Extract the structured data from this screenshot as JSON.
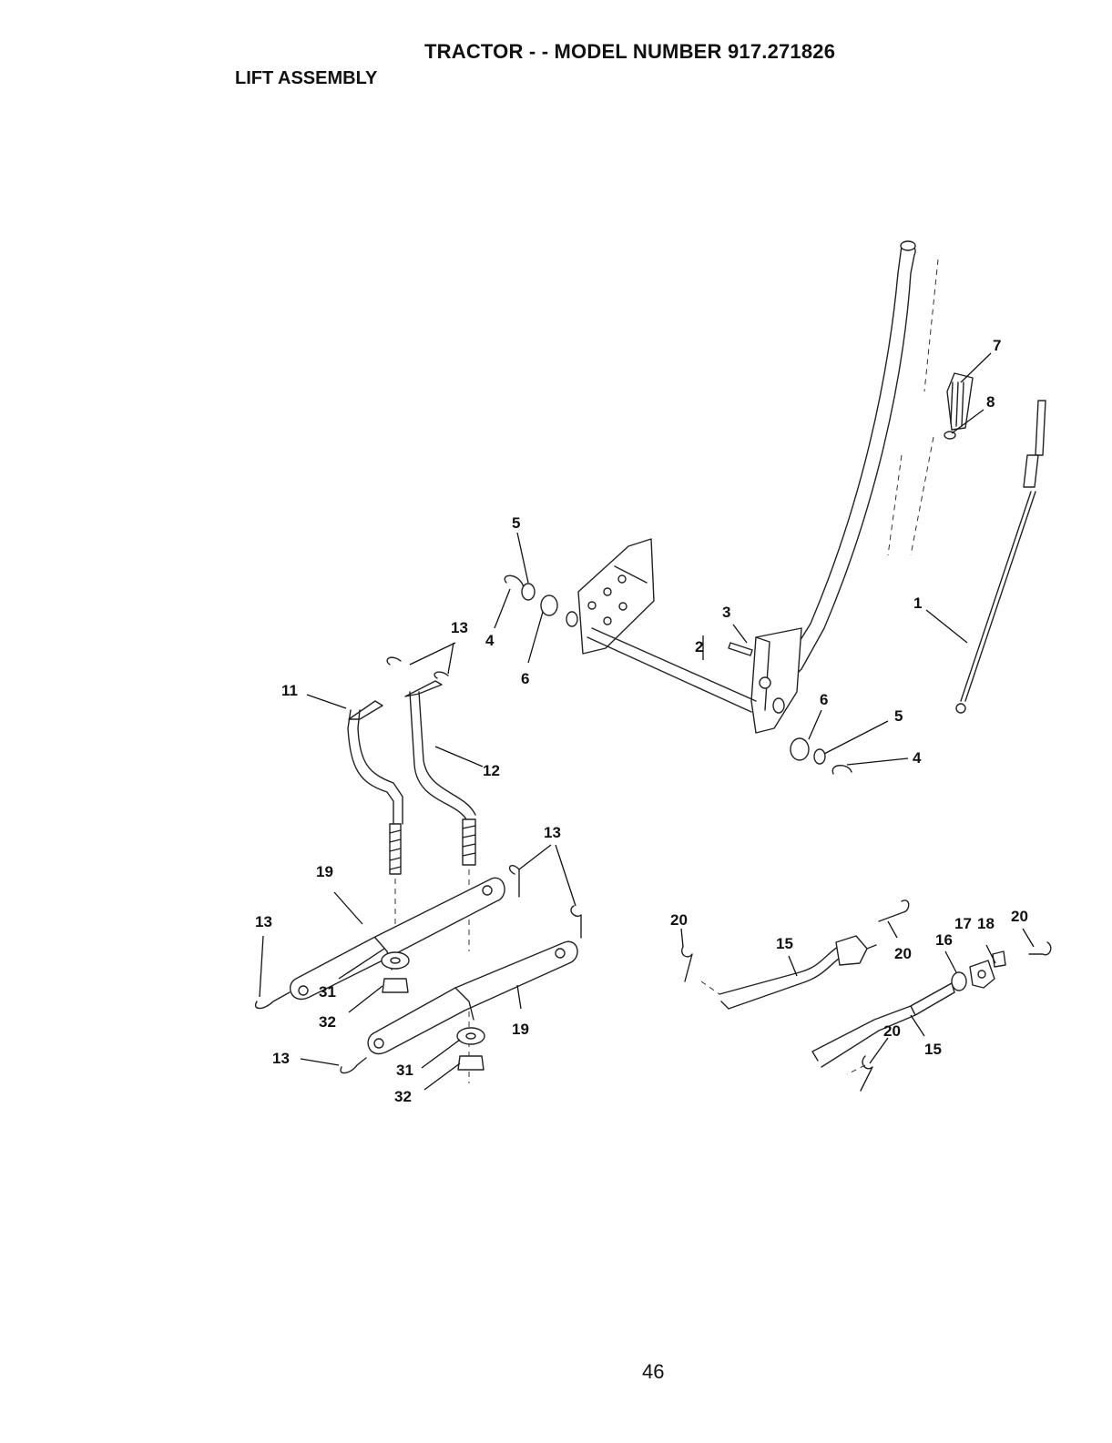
{
  "header": {
    "title": "TRACTOR - - MODEL NUMBER 917.271826",
    "section": "LIFT ASSEMBLY"
  },
  "callouts": [
    "7",
    "8",
    "5",
    "13",
    "3",
    "2",
    "1",
    "4",
    "6",
    "11",
    "12",
    "6",
    "5",
    "4",
    "13",
    "19",
    "13",
    "20",
    "15",
    "20",
    "17",
    "18",
    "20",
    "16",
    "31",
    "32",
    "19",
    "20",
    "15",
    "13",
    "31",
    "32"
  ],
  "footer": {
    "page_number": "46"
  }
}
